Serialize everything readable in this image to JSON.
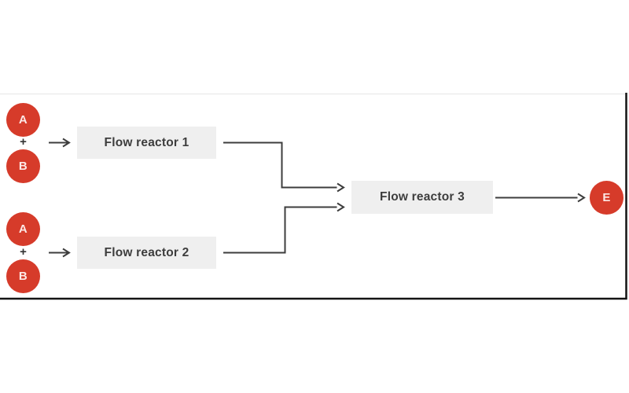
{
  "colors": {
    "node_red": "#d63b2a",
    "node_letter": "#fce8e6",
    "reactor_bg": "#efefef",
    "text": "#3d3d3d",
    "operator": "#333333",
    "connector": "#3d3d3d",
    "frame": "#141414",
    "frame_faint": "#ededed"
  },
  "inputs": [
    {
      "top": "A",
      "operator": "+",
      "bottom": "B"
    },
    {
      "top": "A",
      "operator": "+",
      "bottom": "B"
    }
  ],
  "reactors": [
    {
      "label": "Flow reactor 1"
    },
    {
      "label": "Flow reactor 2"
    },
    {
      "label": "Flow reactor 3"
    }
  ],
  "output": {
    "label": "E"
  }
}
